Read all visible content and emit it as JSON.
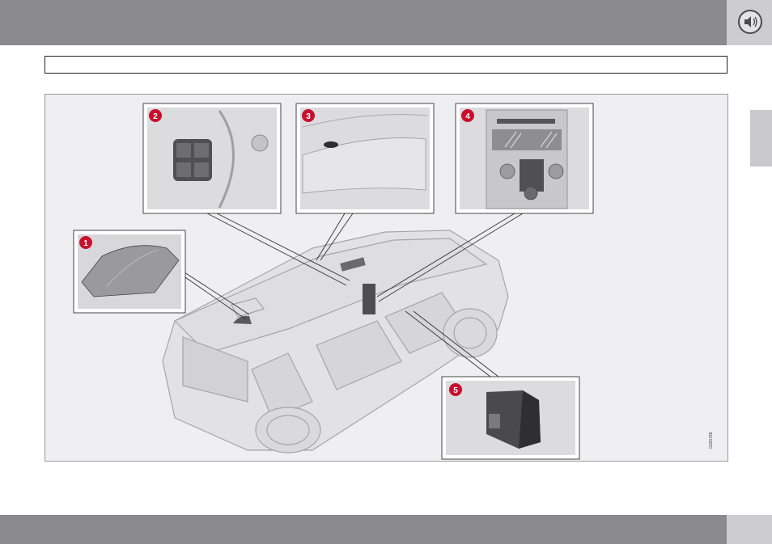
{
  "figure": {
    "callouts": [
      "1",
      "2",
      "3",
      "4",
      "5"
    ],
    "code": "G031765",
    "accent_color": "#c8102e"
  },
  "icons": {
    "speaker": "speaker-icon"
  }
}
